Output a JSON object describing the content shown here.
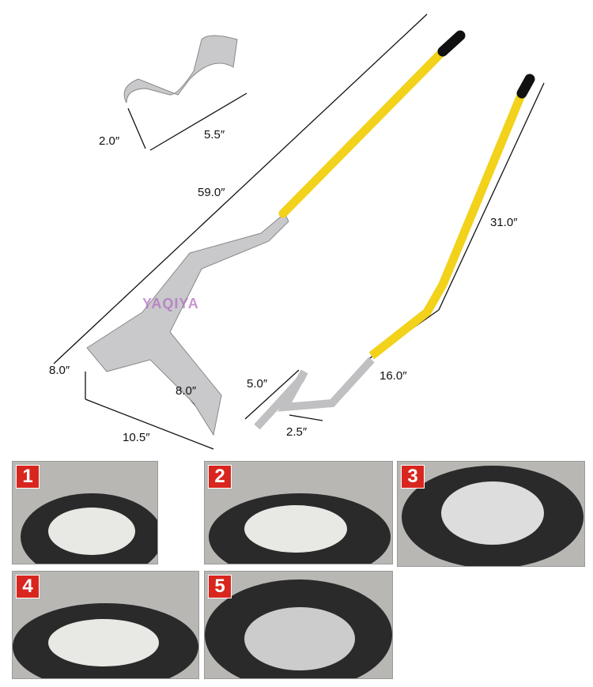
{
  "watermark": "YAQIYA",
  "dimensions": {
    "tip_width": "2.0″",
    "tip_length": "5.5″",
    "overall_length": "59.0″",
    "head_height": "8.0″",
    "fork_length": "8.0″",
    "head_width": "10.5″",
    "handle_length": "31.0″",
    "bend_length": "16.0″",
    "hook_height": "5.0″",
    "hook_width": "2.5″"
  },
  "steps": [
    {
      "number": "1"
    },
    {
      "number": "2"
    },
    {
      "number": "3"
    },
    {
      "number": "4"
    },
    {
      "number": "5"
    }
  ],
  "colors": {
    "handle": "#f2d21a",
    "grip": "#111111",
    "metal": "#c8c8ca",
    "badge": "#d8261f"
  }
}
